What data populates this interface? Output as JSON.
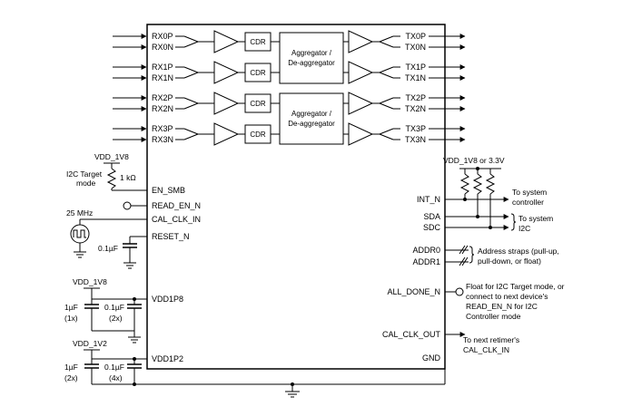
{
  "rx_lanes": [
    {
      "p": "RX0P",
      "n": "RX0N"
    },
    {
      "p": "RX1P",
      "n": "RX1N"
    },
    {
      "p": "RX2P",
      "n": "RX2N"
    },
    {
      "p": "RX3P",
      "n": "RX3N"
    }
  ],
  "tx_lanes": [
    {
      "p": "TX0P",
      "n": "TX0N"
    },
    {
      "p": "TX1P",
      "n": "TX1N"
    },
    {
      "p": "TX2P",
      "n": "TX2N"
    },
    {
      "p": "TX3P",
      "n": "TX3N"
    }
  ],
  "cdr_label": "CDR",
  "aggregator": {
    "line1": "Aggregator /",
    "line2": "De-aggregator"
  },
  "left_pins": {
    "en_smb": "EN_SMB",
    "read_en": "READ_EN_N",
    "cal_clk_in": "CAL_CLK_IN",
    "reset": "RESET_N",
    "vdd1p8": "VDD1P8",
    "vdd1p2": "VDD1P2"
  },
  "right_pins": {
    "int_n": "INT_N",
    "sda": "SDA",
    "sdc": "SDC",
    "addr0": "ADDR0",
    "addr1": "ADDR1",
    "all_done": "ALL_DONE_N",
    "cal_clk_out": "CAL_CLK_OUT",
    "gnd": "GND"
  },
  "labels": {
    "vdd_1v8_top": "VDD_1V8",
    "i2c_target_mode_1": "I2C Target",
    "i2c_target_mode_2": "mode",
    "res_1k": "1 kΩ",
    "clk_25mhz": "25 MHz",
    "cap_reset": "0.1µF",
    "vdd_1v8_bottom": "VDD_1V8",
    "cap_1uf_a": "1µF",
    "cap_1uf_a_qty": "(1x)",
    "cap_01uf_a": "0.1µF",
    "cap_01uf_a_qty": "(2x)",
    "vdd_1v2": "VDD_1V2",
    "cap_1uf_b": "1µF",
    "cap_1uf_b_qty": "(2x)",
    "cap_01uf_b": "0.1µF",
    "cap_01uf_b_qty": "(4x)",
    "pullup_supply": "VDD_1V8 or 3.3V",
    "to_sys_ctrl_1": "To system",
    "to_sys_ctrl_2": "controller",
    "to_sys_i2c_1": "To system",
    "to_sys_i2c_2": "I2C",
    "addr_straps_1": "Address straps (pull-up,",
    "addr_straps_2": "pull-down, or float)",
    "float_note_1": "Float for I2C Target mode, or",
    "float_note_2": "connect to next device's",
    "float_note_3": "READ_EN_N for I2C",
    "float_note_4": "Controller mode",
    "next_retimer_1": "To next retimer's",
    "next_retimer_2": "CAL_CLK_IN"
  }
}
